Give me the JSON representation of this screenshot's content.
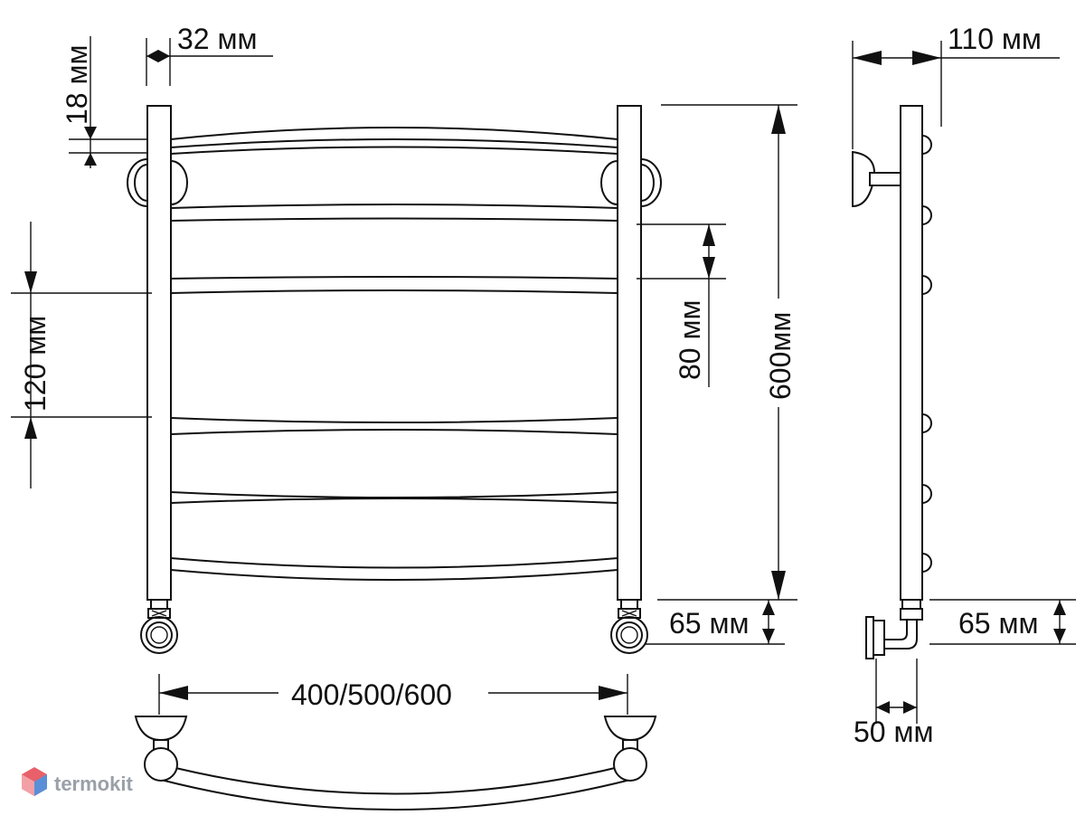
{
  "dimensions": {
    "pipe_width": "32 мм",
    "top_offset": "18 мм",
    "center_spacing": "120 мм",
    "rung_gap": "80 мм",
    "height": "600мм",
    "bottom_front": "65 мм",
    "bottom_side": "65 мм",
    "depth": "110 мм",
    "connector": "50 мм",
    "width_options": "400/500/600"
  },
  "logo": {
    "text": "termokit",
    "color": "#9aa0a8"
  },
  "colors": {
    "line": "#111111",
    "background": "#ffffff"
  }
}
